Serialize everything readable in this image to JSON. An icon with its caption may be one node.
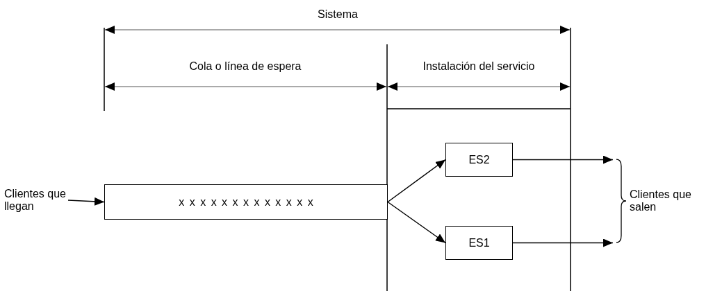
{
  "diagram": {
    "nodes": [
      {
        "text": [
          "Clientes que llegan"
        ]
      },
      {
        "text": [
          "x x x x x x x x x x x x x"
        ]
      },
      {
        "text": [
          "ES2"
        ]
      },
      {
        "text": [
          "ES1"
        ]
      },
      {
        "text": [
          "Clientes que salen"
        ]
      }
    ],
    "edges": [
      {
        "from": 0,
        "to": 1,
        "arrow": "to"
      },
      {
        "from": 1,
        "to": 2,
        "arrow": "to"
      },
      {
        "from": 1,
        "to": 3,
        "arrow": "to"
      },
      {
        "from": 2,
        "to": 4,
        "arrow": "to"
      },
      {
        "from": 3,
        "to": 4,
        "arrow": "to"
      }
    ],
    "labels": [
      "Sistema",
      "Cola o línea de espera",
      "Instalación del servicio"
    ]
  }
}
